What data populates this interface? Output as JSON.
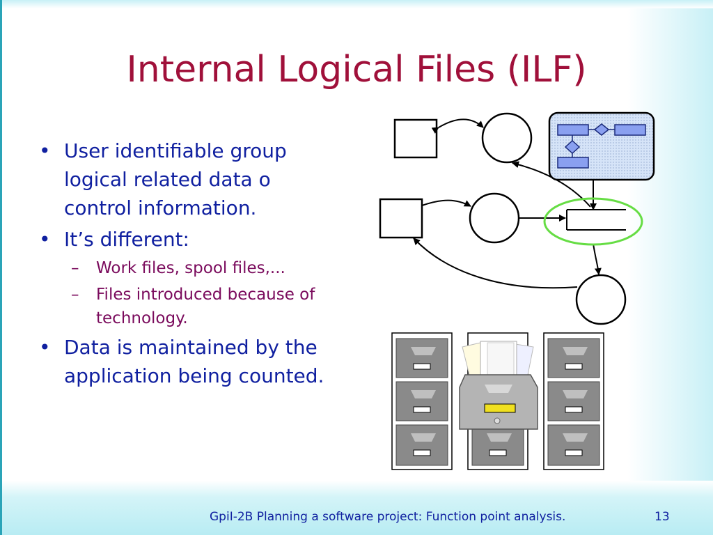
{
  "slide": {
    "title": "Internal Logical Files (ILF)",
    "bullets": [
      {
        "text": "User identifiable group logical related data o control information."
      },
      {
        "text": "It’s different:",
        "subs": [
          "Work files, spool files,...",
          "Files introduced because of technology."
        ]
      },
      {
        "text": "Data is maintained by the application being counted."
      }
    ],
    "footer": "GpiI-2B Planning a software project: Function point analysis.",
    "page_number": "13"
  },
  "colors": {
    "title": "#a0103a",
    "bullet_text": "#1020a0",
    "sub_text": "#7a0a5c",
    "highlight_ellipse": "#66dd44",
    "diagram_box_fill": "#c8daf5",
    "flowchart_block": "#8aa0f0"
  }
}
